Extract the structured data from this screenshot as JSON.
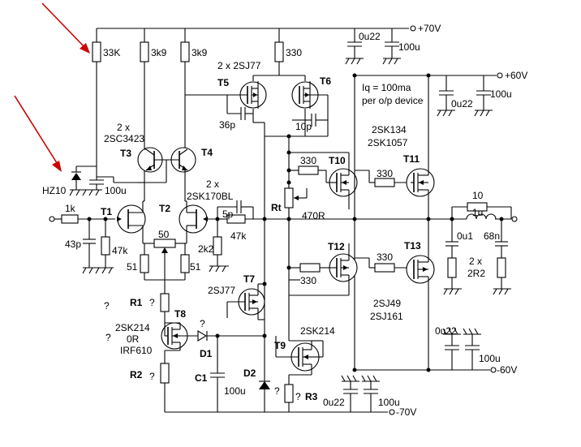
{
  "supplies": {
    "v_plus_70": "+70V",
    "v_plus_60": "+60V",
    "v_minus_60": "-60V",
    "v_minus_70": "-70V"
  },
  "components": {
    "r_33k": "33K",
    "r_3k9_a": "3k9",
    "r_3k9_b": "3k9",
    "r_330_top": "330",
    "c_0u22_top": "0u22",
    "c_100u_top": "100u",
    "c_0u22_60": "0u22",
    "c_100u_60": "100u",
    "t5_t6_part": "2 x 2SJ77",
    "c_36p": "36p",
    "c_10p": "10p",
    "iq_note_1": "Iq = 100ma",
    "iq_note_2": "per o/p device",
    "t10_t11_part_1": "2SK134",
    "t10_t11_part_2": "2SK1057",
    "t3_t4_part_1": "2 x",
    "t3_t4_part_2": "2SC3423",
    "zener": "HZ10",
    "c_100u_z": "100u",
    "r_330_t10": "330",
    "r_330_t11": "330",
    "t1_t2_part_1": "2 x",
    "t1_t2_part_2": "2SK170BL",
    "r_1k": "1k",
    "c_43p": "43p",
    "r_47k_in": "47k",
    "pot_50": "50",
    "r_51_a": "51",
    "r_51_b": "51",
    "c_5p": "5p",
    "r_47k_fb": "47k",
    "r_2k2": "2k2",
    "rt_label": "Rt",
    "rt_value": "470R",
    "r_10": "10",
    "l_1u": "1u",
    "c_0u1": "0u1",
    "c_68n": "68n",
    "zobel_1": "2 x",
    "zobel_2": "2R2",
    "r_330_t12": "330",
    "r_330_t13": "330",
    "t7_part": "2SJ77",
    "t12_t13_part_1": "2SJ49",
    "t12_t13_part_2": "2SJ161",
    "t8_part_1": "2SK214",
    "t8_part_2": "0R",
    "t8_part_3": "IRF610",
    "t9_part": "2SK214",
    "c_0u22_m60": "0u22",
    "c_100u_m60": "100u",
    "c_0u22_m70": "0u22",
    "c_100u_m70": "100u",
    "c1_value": "100u"
  },
  "designators": {
    "t1": "T1",
    "t2": "T2",
    "t3": "T3",
    "t4": "T4",
    "t5": "T5",
    "t6": "T6",
    "t7": "T7",
    "t8": "T8",
    "t9": "T9",
    "t10": "T10",
    "t11": "T11",
    "t12": "T12",
    "t13": "T13",
    "r1": "R1",
    "r2": "R2",
    "r3": "R3",
    "d1": "D1",
    "d2": "D2",
    "c1": "C1"
  },
  "unknown_mark": "?",
  "colors": {
    "wire": "#000000",
    "annotation_arrow": "#cc0000",
    "background": "#ffffff"
  }
}
